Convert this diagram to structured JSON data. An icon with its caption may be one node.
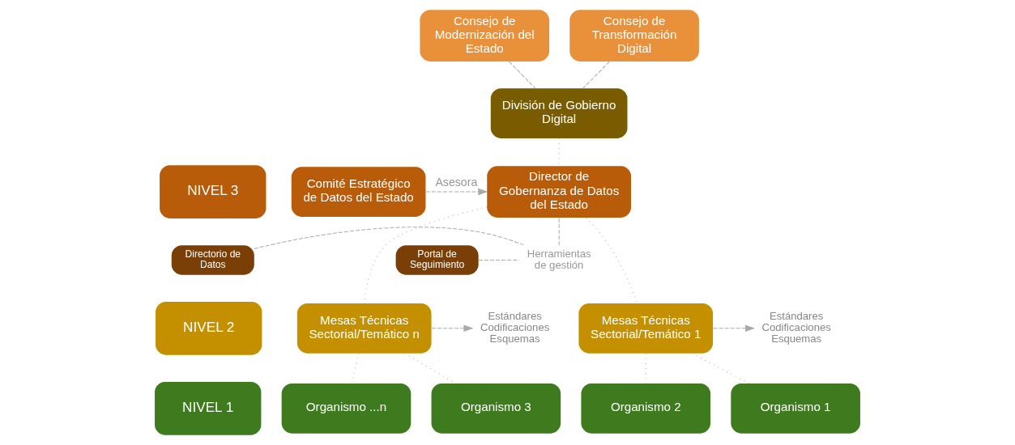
{
  "diagram": {
    "nodes": [
      {
        "text": [
          "Consejo de Modernización del Estado"
        ]
      },
      {
        "text": [
          "Consejo de Transformación Digital"
        ]
      },
      {
        "text": [
          "División de Gobierno Digital"
        ]
      },
      {
        "text": [
          "NIVEL 3"
        ]
      },
      {
        "text": [
          "Director de Gobernanza de Datos del Estado"
        ]
      },
      {
        "text": [
          "Comité Estratégico de Datos del Estado"
        ]
      },
      {
        "text": [
          "Directorio de Datos"
        ]
      },
      {
        "text": [
          "Portal de Seguimiento"
        ]
      },
      {
        "text": [
          "Herramientas de gestión"
        ]
      },
      {
        "text": [
          "NIVEL 2"
        ]
      },
      {
        "text": [
          "Mesas Técnicas Sectorial/Temático 1"
        ]
      },
      {
        "text": [
          "Mesas Técnicas Sectorial/Temático n"
        ]
      },
      {
        "text": [
          "Estándares Codificaciones Esquemas"
        ]
      },
      {
        "text": [
          "Estándares Codificaciones Esquemas"
        ]
      },
      {
        "text": [
          "NIVEL 1"
        ]
      },
      {
        "text": [
          "Organismo 1"
        ]
      },
      {
        "text": [
          "Organismo 2"
        ]
      },
      {
        "text": [
          "Organismo 3"
        ]
      },
      {
        "text": [
          "Organismo ...n"
        ]
      }
    ],
    "edges": [
      {
        "from": 0,
        "to": 2,
        "arrow": "none",
        "style": "dashed"
      },
      {
        "from": 1,
        "to": 2,
        "arrow": "none",
        "style": "dashed"
      },
      {
        "from": 2,
        "to": 4,
        "arrow": "none"
      },
      {
        "from": 5,
        "to": 4,
        "arrow": "to",
        "label": "Asesora",
        "style": "dashed"
      },
      {
        "from": 6,
        "to": 8,
        "arrow": "none",
        "style": "dashed"
      },
      {
        "from": 7,
        "to": 8,
        "arrow": "none",
        "style": "dashed"
      },
      {
        "from": 8,
        "to": 4,
        "arrow": "none",
        "style": "dashed"
      },
      {
        "from": 4,
        "to": 10,
        "arrow": "none"
      },
      {
        "from": 4,
        "to": 11,
        "arrow": "none"
      },
      {
        "from": 10,
        "to": 12,
        "arrow": "to",
        "style": "dashed"
      },
      {
        "from": 11,
        "to": 13,
        "arrow": "to",
        "style": "dashed"
      },
      {
        "from": 10,
        "to": 15,
        "arrow": "none"
      },
      {
        "from": 10,
        "to": 16,
        "arrow": "none"
      },
      {
        "from": 11,
        "to": 17,
        "arrow": "none"
      },
      {
        "from": 11,
        "to": 18,
        "arrow": "none"
      }
    ]
  }
}
